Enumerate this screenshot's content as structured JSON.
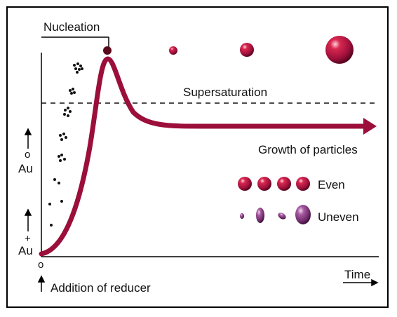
{
  "labels": {
    "nucleation": "Nucleation",
    "supersaturation": "Supersaturation",
    "growth": "Growth of particles",
    "even": "Even",
    "uneven": "Uneven",
    "time": "Time",
    "au_zero_symbol": "o",
    "au_zero": "Au",
    "au_plus_symbol": "+",
    "au_plus": "Au",
    "reducer": "Addition of reducer",
    "reducer_symbol": "o"
  },
  "colors": {
    "curve": "#9b0f3a",
    "particle_dark": "#a3133f",
    "particle_uneven": "#8b3f86",
    "dashed_line": "#111111",
    "dots": "#111111"
  },
  "icons": {
    "up_arrow": "up-arrow-icon"
  }
}
